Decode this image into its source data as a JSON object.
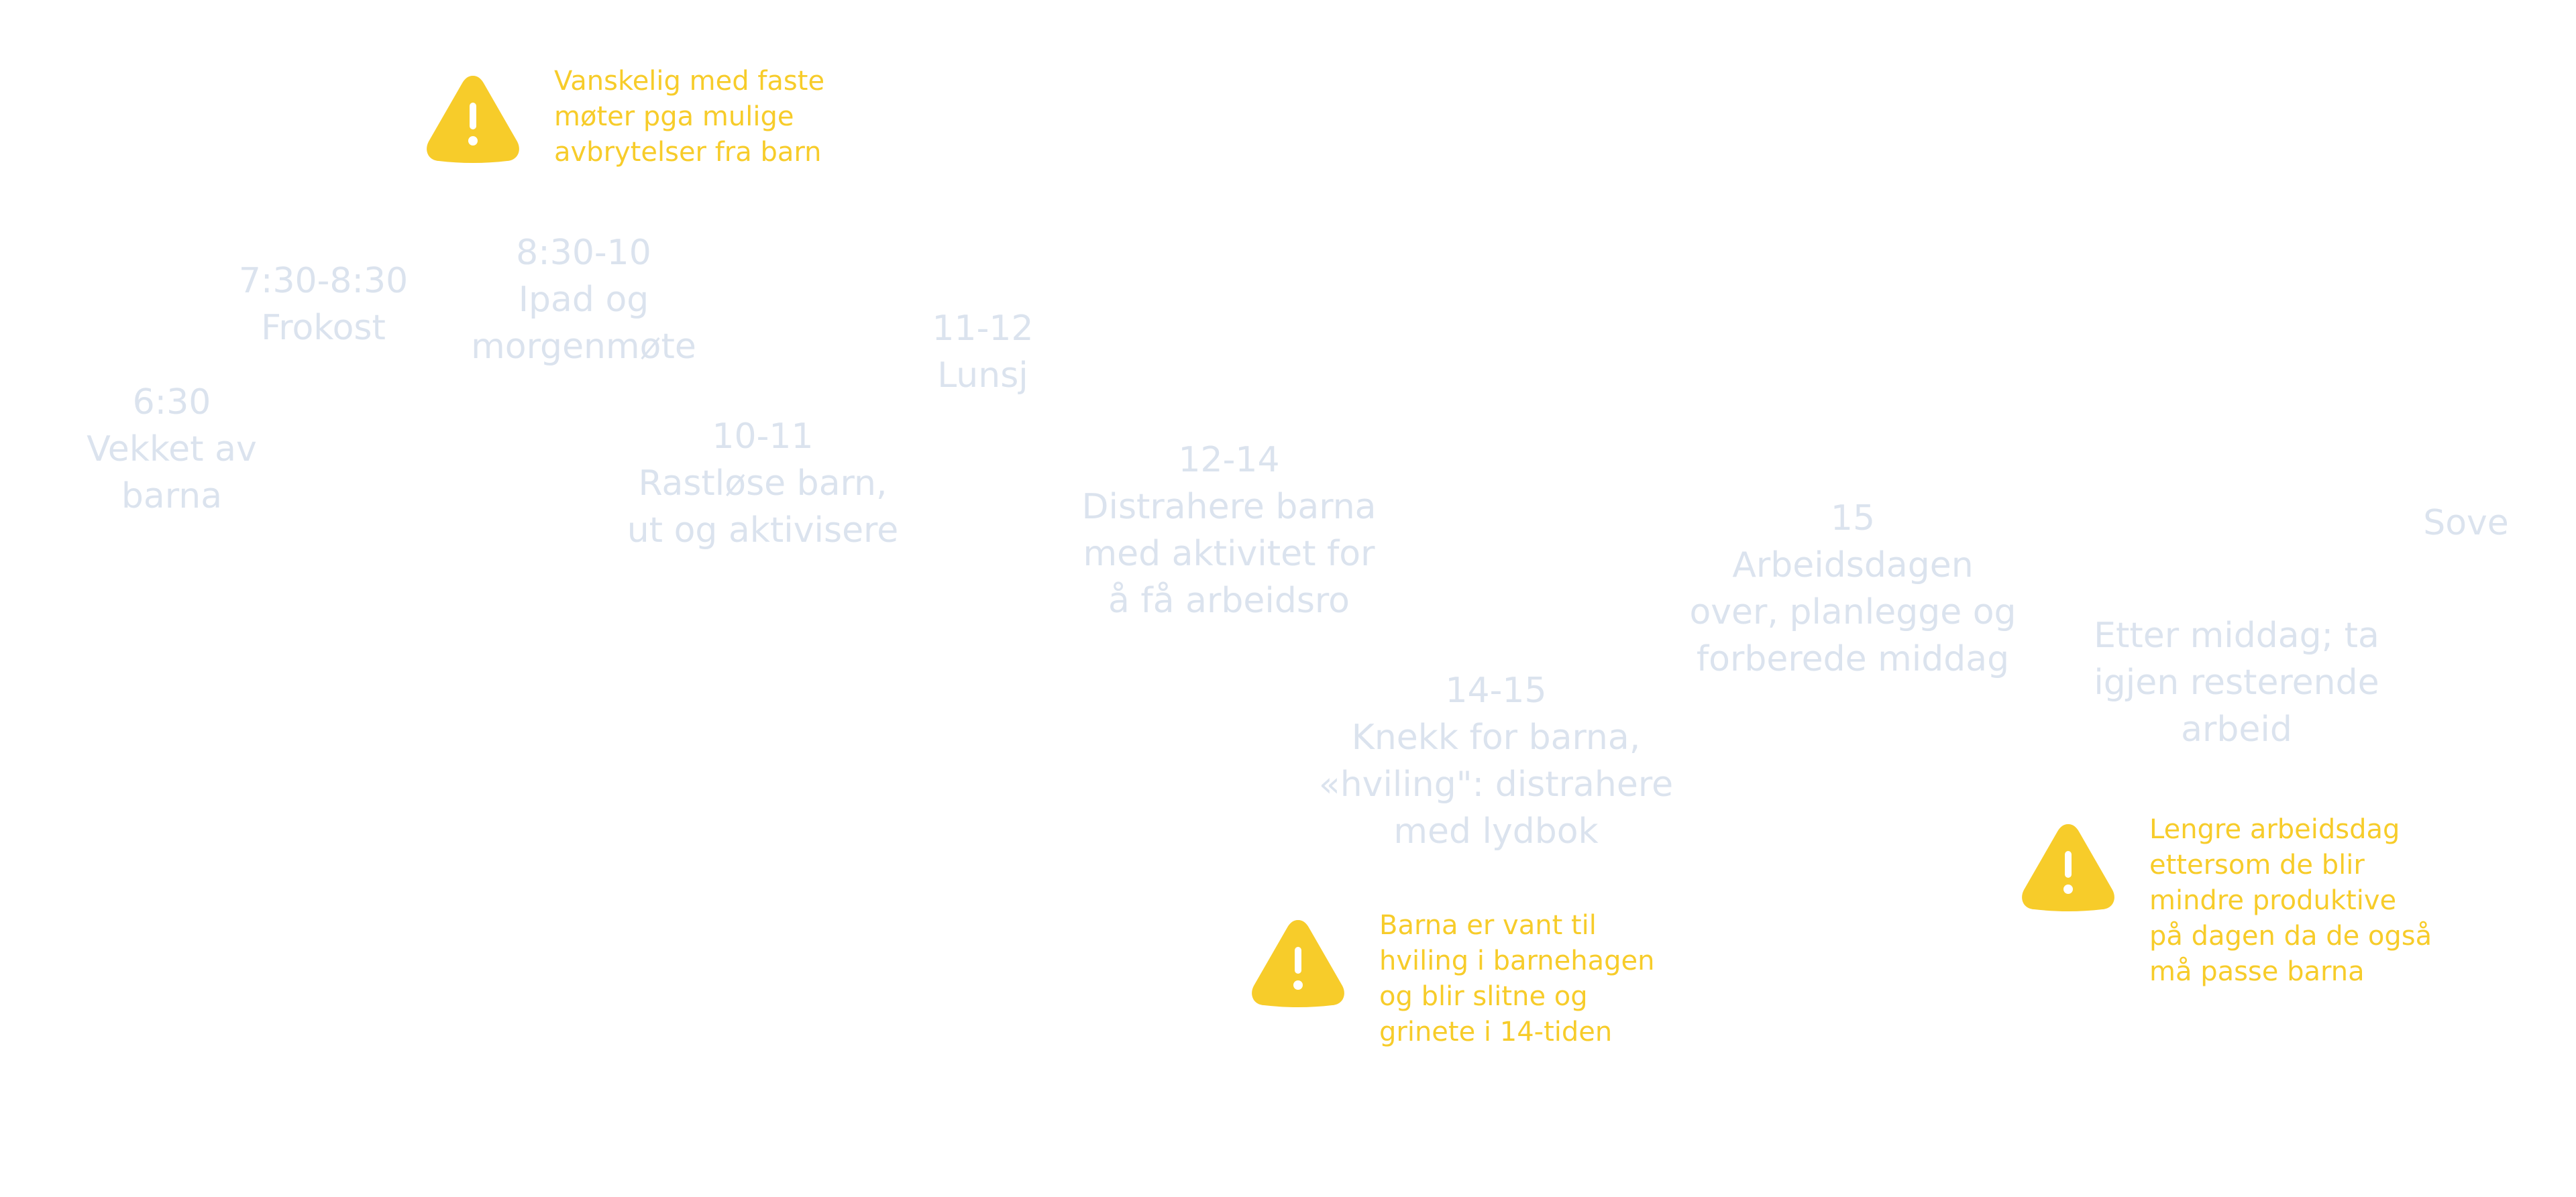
{
  "colors": {
    "step_text": "#dbe3ee",
    "warning_yellow": "#f7cc2a",
    "warning_mark": "#ffffff",
    "background": "#ffffff"
  },
  "steps": [
    {
      "time": "6:30",
      "lines": [
        "Vekket av",
        "barna"
      ]
    },
    {
      "time": "7:30-8:30",
      "lines": [
        "Frokost"
      ]
    },
    {
      "time": "8:30-10",
      "lines": [
        "Ipad og",
        "morgenmøte"
      ]
    },
    {
      "time": "10-11",
      "lines": [
        "Rastløse barn,",
        "ut og aktivisere"
      ]
    },
    {
      "time": "11-12",
      "lines": [
        "Lunsj"
      ]
    },
    {
      "time": "12-14",
      "lines": [
        "Distrahere barna",
        "med aktivitet for",
        "å få arbeidsro"
      ]
    },
    {
      "time": "14-15",
      "lines": [
        "Knekk for barna,",
        "«hviling\": distrahere",
        "med lydbok"
      ]
    },
    {
      "time": "15",
      "lines": [
        "Arbeidsdagen",
        "over, planlegge og",
        "forberede middag"
      ]
    },
    {
      "time": "",
      "lines": [
        "Etter middag; ta",
        "igjen resterende",
        "arbeid"
      ]
    },
    {
      "time": "",
      "lines": [
        "Sove"
      ]
    }
  ],
  "warnings": [
    {
      "icon": "warning-icon",
      "lines": [
        "Vanskelig med faste",
        "møter pga mulige",
        "avbrytelser fra barn"
      ]
    },
    {
      "icon": "warning-icon",
      "lines": [
        "Barna er vant til",
        "hviling i barnehagen",
        "og blir slitne og",
        "grinete i 14-tiden"
      ]
    },
    {
      "icon": "warning-icon",
      "lines": [
        "Lengre arbeidsdag",
        "ettersom de blir",
        "mindre produktive",
        "på dagen da de også",
        "må passe barna"
      ]
    }
  ]
}
